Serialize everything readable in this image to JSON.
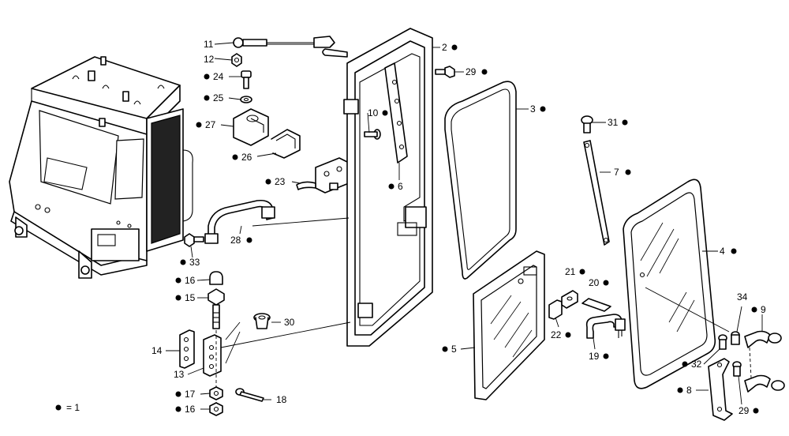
{
  "legend": {
    "marker_label": "= 1"
  },
  "callouts": [
    {
      "id": "c11",
      "text": "11",
      "dot": false
    },
    {
      "id": "c12",
      "text": "12",
      "dot": false
    },
    {
      "id": "c24",
      "text": "24",
      "dot": true
    },
    {
      "id": "c25",
      "text": "25",
      "dot": true
    },
    {
      "id": "c27",
      "text": "27",
      "dot": true
    },
    {
      "id": "c26",
      "text": "26",
      "dot": true
    },
    {
      "id": "c23",
      "text": "23",
      "dot": true
    },
    {
      "id": "c28",
      "text": "28",
      "dot": true
    },
    {
      "id": "c33",
      "text": "33",
      "dot": true
    },
    {
      "id": "c16a",
      "text": "16",
      "dot": true
    },
    {
      "id": "c15",
      "text": "15",
      "dot": true
    },
    {
      "id": "c30",
      "text": "30",
      "dot": false
    },
    {
      "id": "c14",
      "text": "14",
      "dot": false
    },
    {
      "id": "c13",
      "text": "13",
      "dot": false
    },
    {
      "id": "c17",
      "text": "17",
      "dot": true
    },
    {
      "id": "c18",
      "text": "18",
      "dot": false
    },
    {
      "id": "c16b",
      "text": "16",
      "dot": true
    },
    {
      "id": "c2",
      "text": "2",
      "dot": true
    },
    {
      "id": "c29a",
      "text": "29",
      "dot": true
    },
    {
      "id": "c10",
      "text": "10",
      "dot": true
    },
    {
      "id": "c6",
      "text": "6",
      "dot": true
    },
    {
      "id": "c3",
      "text": "3",
      "dot": true
    },
    {
      "id": "c5",
      "text": "5",
      "dot": true
    },
    {
      "id": "c31",
      "text": "31",
      "dot": true
    },
    {
      "id": "c7",
      "text": "7",
      "dot": true
    },
    {
      "id": "c4",
      "text": "4",
      "dot": true
    },
    {
      "id": "c21",
      "text": "21",
      "dot": true
    },
    {
      "id": "c20",
      "text": "20",
      "dot": true
    },
    {
      "id": "c22",
      "text": "22",
      "dot": true
    },
    {
      "id": "c19",
      "text": "19",
      "dot": true
    },
    {
      "id": "c34",
      "text": "34",
      "dot": false
    },
    {
      "id": "c9",
      "text": "9",
      "dot": true
    },
    {
      "id": "c32",
      "text": "32",
      "dot": true
    },
    {
      "id": "c8",
      "text": "8",
      "dot": true
    },
    {
      "id": "c29b",
      "text": "29",
      "dot": true
    }
  ]
}
